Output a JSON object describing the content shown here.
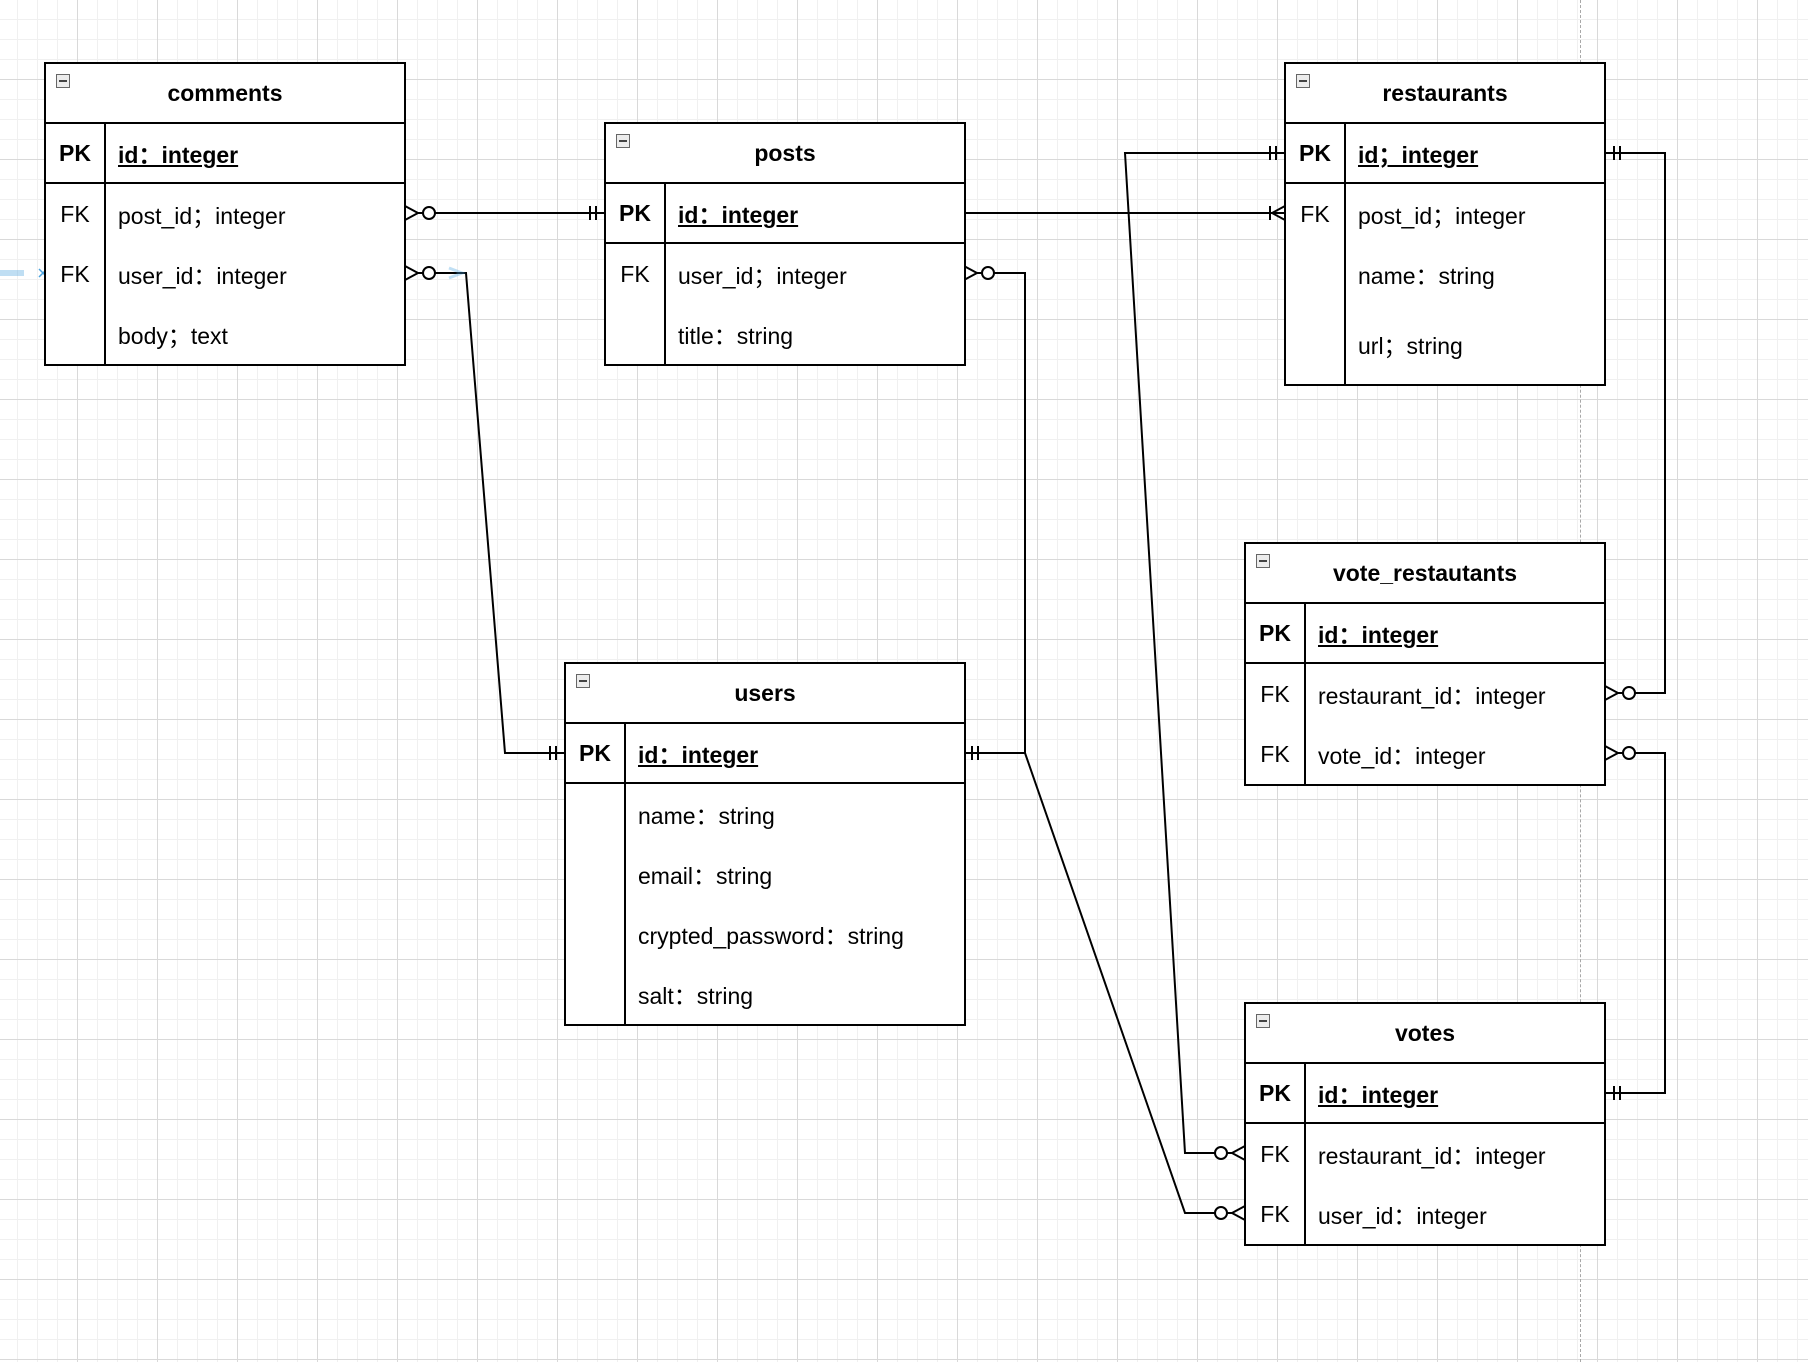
{
  "entities": {
    "comments": {
      "title": "comments",
      "pk": {
        "key": "PK",
        "field": "id：integer"
      },
      "rows": [
        {
          "key": "FK",
          "field": "post_id；integer"
        },
        {
          "key": "FK",
          "field": "user_id：integer"
        },
        {
          "key": "",
          "field": "body；text"
        }
      ]
    },
    "posts": {
      "title": "posts",
      "pk": {
        "key": "PK",
        "field": "id：integer"
      },
      "rows": [
        {
          "key": "FK",
          "field": "user_id；integer"
        },
        {
          "key": "",
          "field": "title：string"
        }
      ]
    },
    "restaurants": {
      "title": "restaurants",
      "pk": {
        "key": "PK",
        "field": "id；integer"
      },
      "rows": [
        {
          "key": "FK",
          "field": "post_id；integer"
        },
        {
          "key": "",
          "field": "name：string"
        },
        {
          "key": "",
          "field": "url；string"
        }
      ]
    },
    "vote_restaurants": {
      "title": "vote_restautants",
      "pk": {
        "key": "PK",
        "field": "id：integer"
      },
      "rows": [
        {
          "key": "FK",
          "field": "restaurant_id：integer"
        },
        {
          "key": "FK",
          "field": "vote_id：integer"
        }
      ]
    },
    "users": {
      "title": "users",
      "pk": {
        "key": "PK",
        "field": "id：integer"
      },
      "rows": [
        {
          "key": "",
          "field": "name：string"
        },
        {
          "key": "",
          "field": "email：string"
        },
        {
          "key": "",
          "field": "crypted_password：string"
        },
        {
          "key": "",
          "field": "salt：string"
        }
      ]
    },
    "votes": {
      "title": "votes",
      "pk": {
        "key": "PK",
        "field": "id：integer"
      },
      "rows": [
        {
          "key": "FK",
          "field": "restaurant_id：integer"
        },
        {
          "key": "FK",
          "field": "user_id：integer"
        }
      ]
    }
  },
  "relationships": [
    {
      "from": "comments.post_id",
      "to": "posts.id",
      "from_end": "zero-or-many",
      "to_end": "one-and-only-one"
    },
    {
      "from": "comments.user_id",
      "to": "users.id",
      "from_end": "zero-or-many",
      "to_end": "one-and-only-one"
    },
    {
      "from": "posts.user_id",
      "to": "users.id",
      "from_end": "zero-or-many",
      "to_end": "one-and-only-one"
    },
    {
      "from": "restaurants.post_id",
      "to": "posts.id",
      "from_end": "one-or-many",
      "to_end": "none"
    },
    {
      "from": "vote_restaurants.restaurant_id",
      "to": "restaurants.id",
      "from_end": "zero-or-many",
      "to_end": "one-and-only-one"
    },
    {
      "from": "vote_restaurants.vote_id",
      "to": "votes.id",
      "from_end": "zero-or-many",
      "to_end": "one-and-only-one"
    },
    {
      "from": "votes.restaurant_id",
      "to": "restaurants.id",
      "from_end": "zero-or-many",
      "to_end": "one-and-only-one"
    },
    {
      "from": "votes.user_id",
      "to": "users.id",
      "from_end": "zero-or-many",
      "to_end": "one-and-only-one"
    }
  ],
  "colors": {
    "line": "#000000",
    "grid": "#d9d9d9",
    "selection": "#4aa3df"
  }
}
